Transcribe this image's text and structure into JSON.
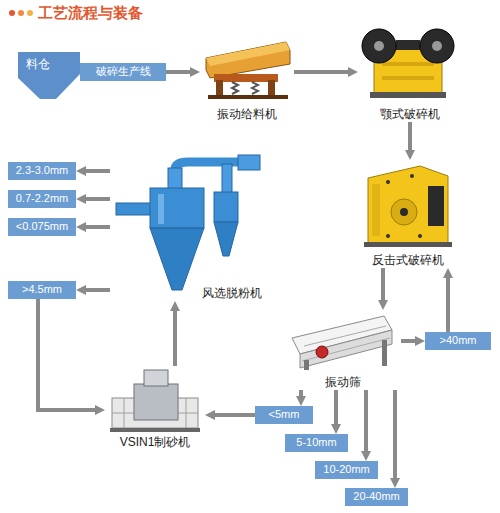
{
  "diagram": {
    "title": "工艺流程与装备",
    "nodes": [
      {
        "text": [
          "料仓"
        ]
      },
      {
        "text": [
          "破碎生产线"
        ]
      },
      {
        "text": [
          "振动给料机"
        ]
      },
      {
        "text": [
          "颚式破碎机"
        ]
      },
      {
        "text": [
          "2.3-3.0mm"
        ]
      },
      {
        "text": [
          "0.7-2.2mm"
        ]
      },
      {
        "text": [
          "<0.075mm"
        ]
      },
      {
        "text": [
          "风选脱粉机"
        ]
      },
      {
        "text": [
          "反击式破碎机"
        ]
      },
      {
        "text": [
          ">4.5mm"
        ]
      },
      {
        "text": [
          ">40mm"
        ]
      },
      {
        "text": [
          "振动筛"
        ]
      },
      {
        "text": [
          "VSIN1制砂机"
        ]
      },
      {
        "text": [
          "<5mm"
        ]
      },
      {
        "text": [
          "5-10mm"
        ]
      },
      {
        "text": [
          "10-20mm"
        ]
      },
      {
        "text": [
          "20-40mm"
        ]
      }
    ],
    "edges": [
      {
        "from": 1,
        "to": 2,
        "arrow": "to"
      },
      {
        "from": 2,
        "to": 3,
        "arrow": "to"
      },
      {
        "from": 3,
        "to": 8,
        "arrow": "to"
      },
      {
        "from": 8,
        "to": 11,
        "arrow": "to"
      },
      {
        "from": 11,
        "to": 10,
        "arrow": "to"
      },
      {
        "from": 10,
        "to": 8,
        "arrow": "to"
      },
      {
        "from": 11,
        "to": 13,
        "arrow": "to"
      },
      {
        "from": 11,
        "to": 14,
        "arrow": "to"
      },
      {
        "from": 11,
        "to": 15,
        "arrow": "to"
      },
      {
        "from": 11,
        "to": 16,
        "arrow": "to"
      },
      {
        "from": 13,
        "to": 12,
        "arrow": "to"
      },
      {
        "from": 12,
        "to": 7,
        "arrow": "to"
      },
      {
        "from": 7,
        "to": 4,
        "arrow": "to"
      },
      {
        "from": 7,
        "to": 5,
        "arrow": "to"
      },
      {
        "from": 7,
        "to": 6,
        "arrow": "to"
      },
      {
        "from": 7,
        "to": 9,
        "arrow": "to"
      },
      {
        "from": 9,
        "to": 12,
        "arrow": "to"
      }
    ]
  }
}
